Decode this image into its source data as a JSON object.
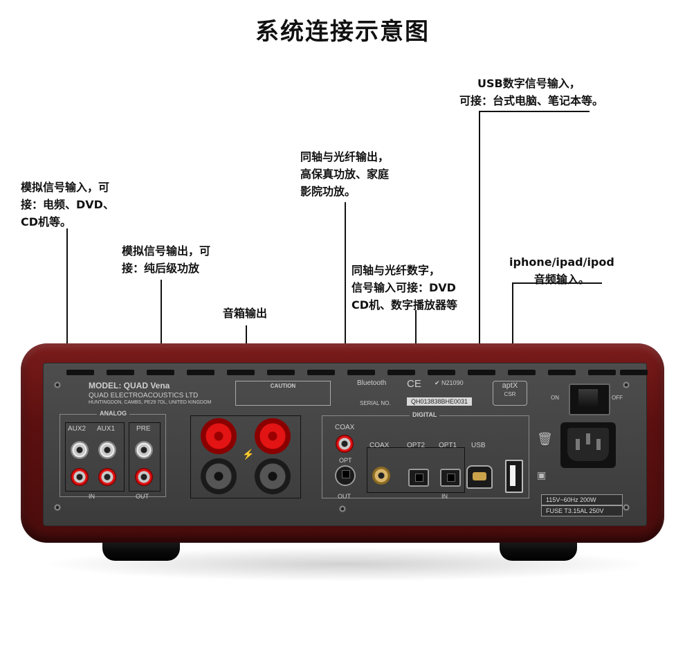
{
  "title": "系统连接示意图",
  "annotations": {
    "analog_in": [
      "模拟信号输入，可",
      "接：电频、DVD、",
      "CD机等。"
    ],
    "analog_out": [
      "模拟信号输出，可",
      "接：纯后级功放"
    ],
    "speaker_out": [
      "音箱输出"
    ],
    "coax_opt_out": [
      "同轴与光纤输出，",
      "高保真功放、家庭",
      "影院功放。"
    ],
    "coax_opt_in": [
      "同轴与光纤数字，",
      "信号输入可接：DVD",
      "CD机、数字播放器等"
    ],
    "usb_in": [
      "USB数字信号输入，",
      "可接：台式电脑、笔记本等。"
    ],
    "iphone_in": [
      "iphone/ipad/ipod",
      "音频输入。"
    ]
  },
  "device": {
    "model": "MODEL: QUAD Vena",
    "maker": "QUAD ELECTROACOUSTICS LTD",
    "address": "HUNTINGDON, CAMBS, PE29 7DL, UNITED KINGDOM",
    "caution": "CAUTION",
    "bluetooth": "Bluetooth",
    "ce": "CE",
    "ncode": "N21090",
    "aptx": "aptX",
    "csr": "CSR",
    "serial_label": "SERIAL NO.",
    "serial": "QH013838BHE0031",
    "analog": "ANALOG",
    "aux2": "AUX2",
    "aux1": "AUX1",
    "pre": "PRE",
    "in": "IN",
    "out": "OUT",
    "digital": "DIGITAL",
    "coax_out": "COAX",
    "opt_out": "OPT",
    "coax": "COAX",
    "opt2": "OPT2",
    "opt1": "OPT1",
    "usb": "USB",
    "on": "ON",
    "off": "OFF",
    "power": "115V~60Hz 200W",
    "fuse": "FUSE  T3.15AL 250V"
  }
}
